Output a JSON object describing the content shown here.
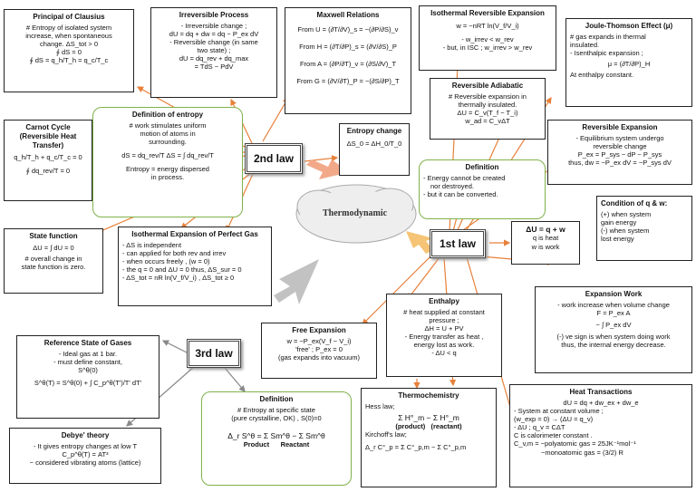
{
  "center": {
    "label": "Thermodynamic"
  },
  "laws": {
    "second": "2nd law",
    "first": "1st law",
    "third": "3rd law"
  },
  "clausius": {
    "title": "Principal of Clausius",
    "lines": [
      "# Entropy of isolated system",
      "increase, when spontaneous",
      "change. ΔS_tot > 0",
      "∮ dS = 0",
      "∮ dS = q_h/T_h = q_c/T_c"
    ]
  },
  "irreversible": {
    "title": "Irreversible Process",
    "lines": [
      "- Irreversible change ;",
      "dU = dq + dw = dq − P_ex dV",
      "- Reversible change (in same",
      "two state) ;",
      "dU = dq_rev + dq_max",
      "= TdS − PdV"
    ]
  },
  "maxwell": {
    "title": "Maxwell Relations",
    "lines": [
      "From U = (∂T/∂V)_s = −(∂P/∂S)_v",
      "From H = (∂T/∂P)_s = (∂V/∂S)_P",
      "From A = (∂P/∂T)_v = (∂S/∂V)_T",
      "From G = (∂V/∂T)_P = −(∂S/∂P)_T"
    ]
  },
  "isothermal_rev": {
    "title": "Isothermal Reversible Expansion",
    "lines": [
      "w = −nRT ln(V_f/V_i)",
      "- w_irrev < w_rev",
      "- but, in ISC ; w_irrev > w_rev"
    ]
  },
  "joule": {
    "title": "Joule-Thomson Effect (μ)",
    "lines": [
      "# gas expands in thermal",
      "insulated.",
      "- Isenthalpic expansion ;",
      "μ = (∂T/∂P)_H",
      "At enthalpy constant."
    ]
  },
  "carnot": {
    "title": "Carnot Cycle (Reversible Heat Transfer)",
    "lines": [
      "q_h/T_h + q_c/T_c = 0",
      "∮ dq_rev/T = 0"
    ]
  },
  "def_entropy": {
    "title": "Definition of entropy",
    "lines": [
      "# work stimulates uniform",
      "motion of atoms in",
      "surrounding.",
      "dS = dq_rev/T   ΔS = ∫ dq_rev/T",
      "Entropy = energy dispersed",
      "in process."
    ]
  },
  "entropy_change": {
    "title": "Entropy change",
    "lines": [
      "ΔS_0 = ΔH_0/T_0"
    ]
  },
  "adiabatic": {
    "title": "Reversible Adiabatic",
    "lines": [
      "# Reversible expansion in",
      "thermally insulated.",
      "ΔU = C_v(T_f − T_i)",
      "w_ad = C_vΔT"
    ]
  },
  "rev_expansion": {
    "title": "Reversible Expansion",
    "lines": [
      "- Equilibrium system undergo",
      "reversible change",
      "P_ex = P_sys − dP ~ P_sys",
      "thus, dw = −P_ex dV = −P_sys dV"
    ]
  },
  "definition1": {
    "title": "Definition",
    "lines": [
      "- Energy cannot be created",
      "nor destroyed.",
      "- but it can be converted."
    ]
  },
  "state_fn": {
    "title": "State function",
    "lines": [
      "ΔU = ∫ dU = 0",
      "# overall change in",
      "state function is zero."
    ]
  },
  "iso_perfect": {
    "title": "Isothermal Expansion of Perfect Gas",
    "lines": [
      "- ΔS is independent",
      "- can applied for both rev and irrev",
      "- when occurs freely , (w = 0)",
      "- the q = 0 and ΔU = 0 thus, ΔS_sur = 0",
      "- ΔS_tot = nR ln(V_f/V_i) , ΔS_tot ≥ 0"
    ]
  },
  "first_eq": {
    "lines": [
      "ΔU = q + w",
      "q is heat",
      "w is work"
    ]
  },
  "condition": {
    "title": "Condition of q & w:",
    "lines": [
      "(+) when system",
      "gain energy",
      "(-) when system",
      "lost energy"
    ]
  },
  "enthalpy": {
    "title": "Enthalpy",
    "lines": [
      "# heat supplied at constant",
      "pressure ;",
      "ΔH = U + PV",
      "- Energy transfer as heat ,",
      "energy lost as work.",
      "- ΔU < q"
    ]
  },
  "free_exp": {
    "title": "Free Expansion",
    "lines": [
      "w = −P_ex(V_f − V_i)",
      "'free' ; P_ex = 0",
      "(gas expands into vacuum)"
    ]
  },
  "expansion_work": {
    "title": "Expansion Work",
    "lines": [
      "- work increase when volume change",
      "F = P_ex A",
      "− ∫ P_ex dV",
      "(-) ve sign is when system doing work",
      "thus, the internal energy decrease."
    ]
  },
  "reference": {
    "title": "Reference State of Gases",
    "lines": [
      "- Ideal gas at 1 bar.",
      "- must define constant,",
      "S^θ(0)",
      "S^θ(T) = S^θ(0) + ∫ C_p^θ(T')/T' dT'"
    ]
  },
  "debye": {
    "title": "Debye' theory",
    "lines": [
      "- It gives entropy changes at low T",
      "C_p^θ(T) = AT³",
      "− considered vibrating atoms (lattice)"
    ]
  },
  "definition3": {
    "title": "Definition",
    "lines": [
      "# Entropy at specific state",
      "(pure crystalline, OK) , S(0)=0",
      "Δ_r S^θ = Σ Sm^θ − Σ Sm^θ",
      "Product      Reactant"
    ]
  },
  "thermochem": {
    "title": "Thermochemistry",
    "lines": [
      "Hess law;",
      "Σ H°_m − Σ H°_m",
      "(product)   (reactant)",
      "Kirchoff's law;",
      "Δ_r C°_p = Σ C°_p,m − Σ C°_p,m"
    ]
  },
  "heat_trans": {
    "title": "Heat Transactions",
    "lines": [
      "dU = dq + dw_ex + dw_e",
      "- System at constant volume ;",
      "(w_exp = 0) → (ΔU = q_v)",
      "- ΔU ; q_v = CΔT",
      "C is calorimeter constant .",
      "C_v,m = −polyatomic gas = 25JK⁻¹mol⁻¹",
      "−monoatomic gas = (3/2) R"
    ]
  },
  "colors": {
    "arrow": "#e8803a",
    "green": "#7fb24a",
    "cloud": "#dddddd"
  }
}
